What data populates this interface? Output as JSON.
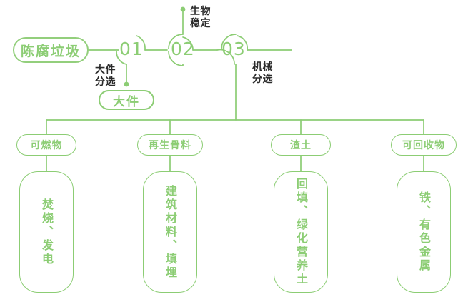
{
  "theme": {
    "accent_green": "#8ccd74",
    "line_green": "#8ccd74",
    "note_dark": "#2b2b2b",
    "background": "#ffffff"
  },
  "diagram": {
    "type": "process-flowchart",
    "title": "",
    "root": {
      "label": "陈腐垃圾"
    },
    "stages": [
      {
        "number": "01",
        "note": "大件\n分选",
        "output": {
          "label": "大件"
        }
      },
      {
        "number": "02",
        "note": "生物\n稳定",
        "output": null
      },
      {
        "number": "03",
        "note": "机械\n分选",
        "output": null
      }
    ],
    "outputs": [
      {
        "category": "可燃物",
        "uses": "焚烧、发电"
      },
      {
        "category": "再生骨料",
        "uses": "建筑材料、填埋"
      },
      {
        "category": "渣土",
        "uses": "回填、绿化营养土"
      },
      {
        "category": "可回收物",
        "uses": "铁、有色金属"
      }
    ]
  }
}
